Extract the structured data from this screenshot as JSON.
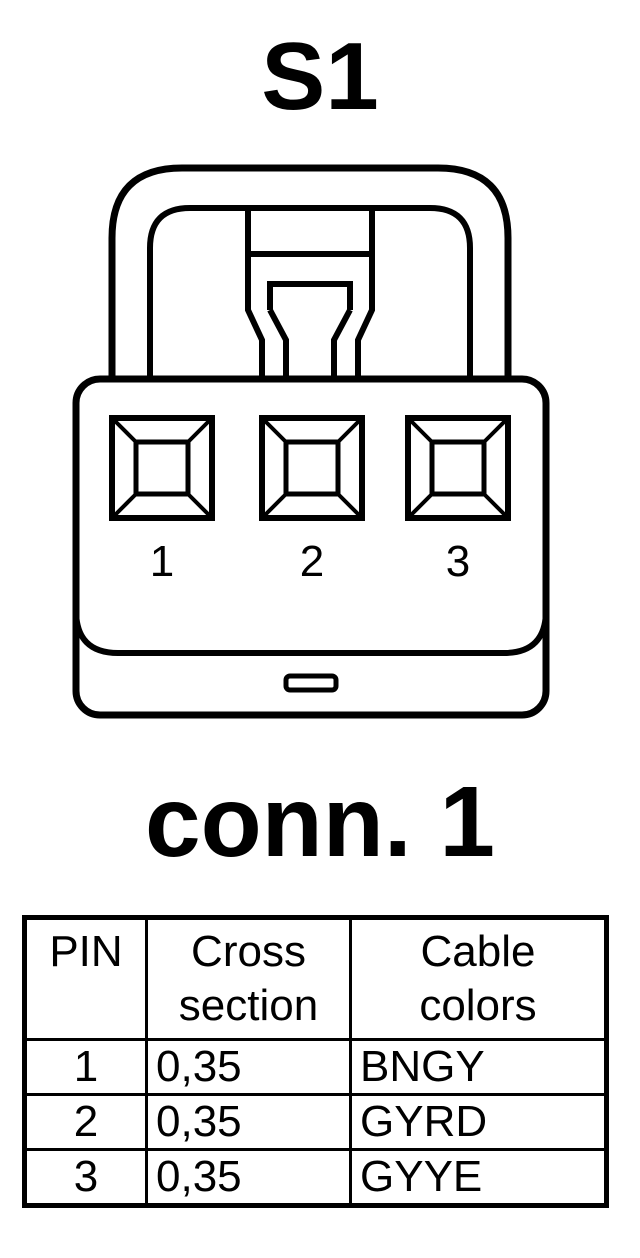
{
  "title": "S1",
  "connector": {
    "pin_labels": [
      "1",
      "2",
      "3"
    ]
  },
  "connector_label": "conn. 1",
  "table": {
    "headers": {
      "pin": "PIN",
      "cross_line1": "Cross",
      "cross_line2": "section",
      "color_line1": "Cable",
      "color_line2": "colors"
    },
    "rows": [
      {
        "pin": "1",
        "cross": "0,35",
        "color": "BNGY"
      },
      {
        "pin": "2",
        "cross": "0,35",
        "color": "GYRD"
      },
      {
        "pin": "3",
        "cross": "0,35",
        "color": "GYYE"
      }
    ]
  }
}
